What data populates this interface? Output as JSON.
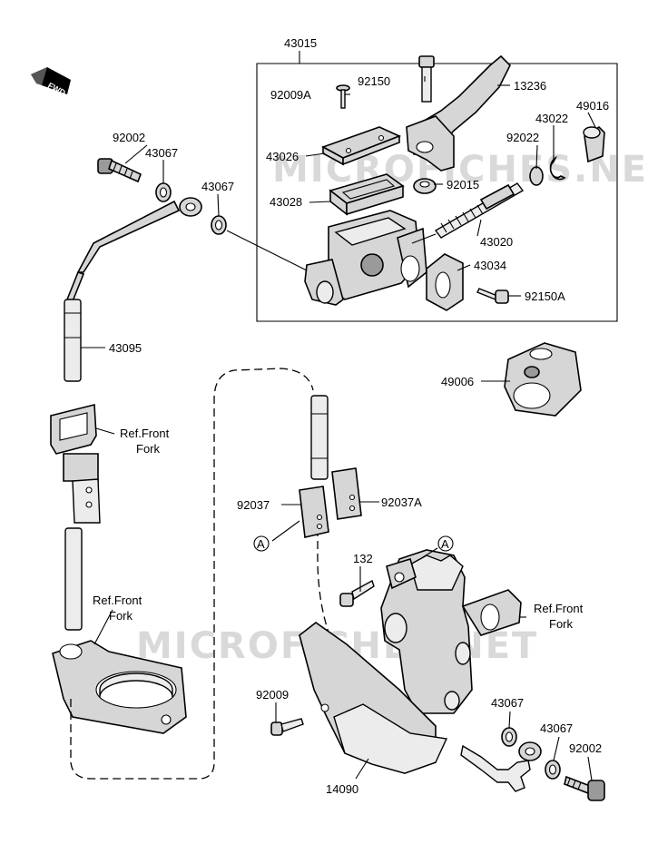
{
  "watermark": "MICROFICHES.NET",
  "fwd_badge": "FWD",
  "callouts": {
    "c43015": "43015",
    "c92150": "92150",
    "c13236": "13236",
    "c92009A": "92009A",
    "c43022": "43022",
    "c49016": "49016",
    "c92022": "92022",
    "c92002_top": "92002",
    "c43067_a": "43067",
    "c43026": "43026",
    "c92015": "92015",
    "c43067_b": "43067",
    "c43028": "43028",
    "c43020": "43020",
    "c43034": "43034",
    "c92150A": "92150A",
    "c43095": "43095",
    "c49006": "49006",
    "c92037": "92037",
    "c92037A": "92037A",
    "c132": "132",
    "c92009": "92009",
    "c43067_c": "43067",
    "c43067_d": "43067",
    "c92002_bot": "92002",
    "c14090": "14090"
  },
  "refs": {
    "ref1_line1": "Ref.Front",
    "ref1_line2": "Fork",
    "ref2_line1": "Ref.Front",
    "ref2_line2": "Fork",
    "ref3_line1": "Ref.Front",
    "ref3_line2": "Fork"
  },
  "markers": {
    "a_left": "A",
    "a_right": "A"
  }
}
